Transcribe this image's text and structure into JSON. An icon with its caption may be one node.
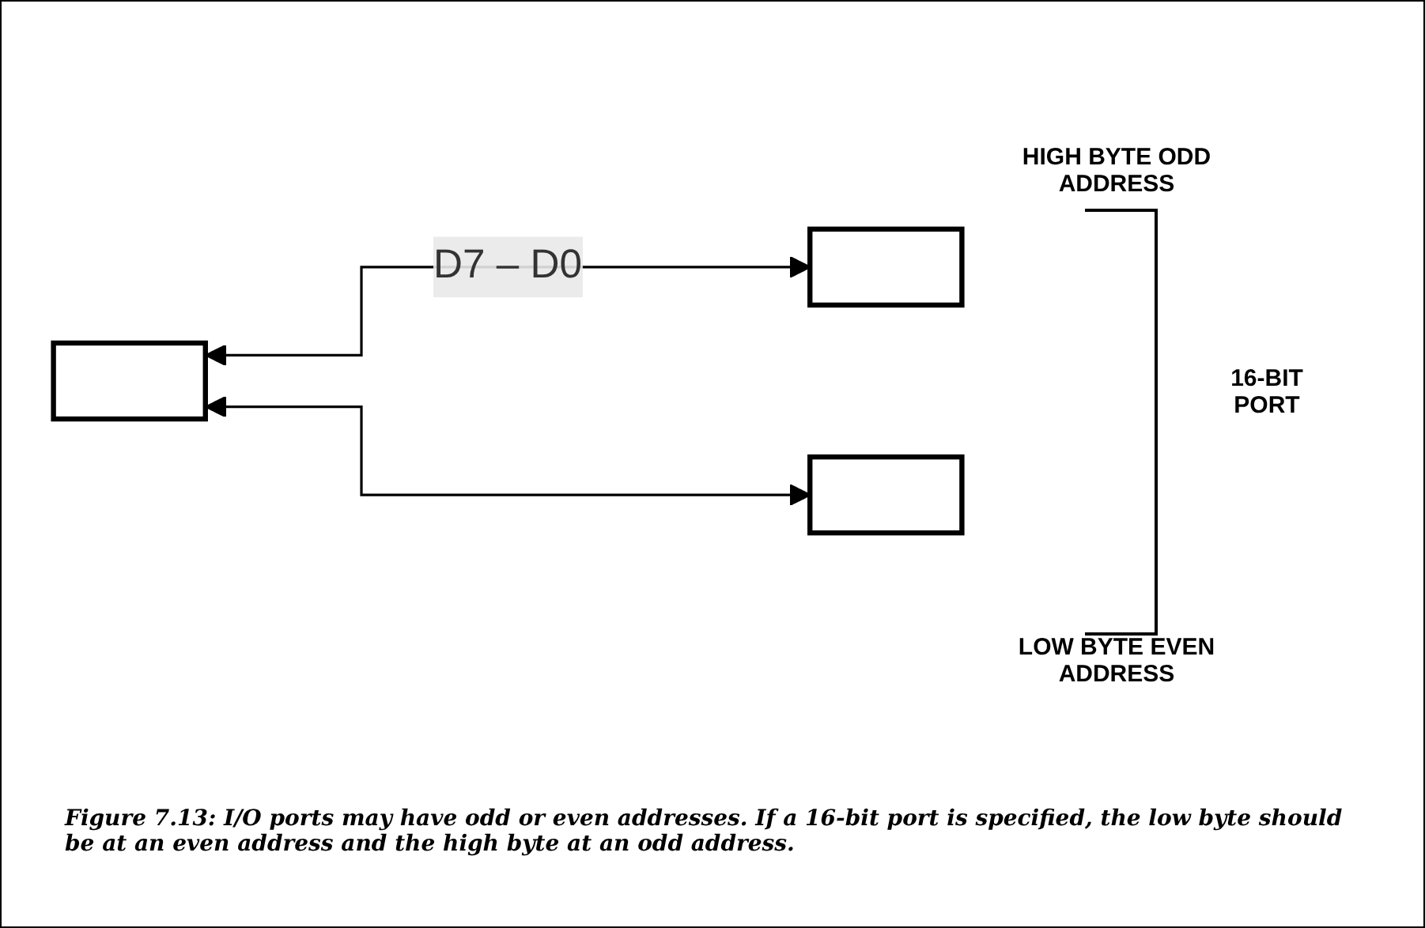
{
  "diagram": {
    "caption": "Figure 7.13: I/O ports may have odd or even addresses. If a 16-bit port is specified, the low byte should be at an even address and the high byte at an odd address.",
    "nodes": [
      {
        "text": [],
        "shape": "box"
      },
      {
        "text": [],
        "shape": "box"
      },
      {
        "text": [],
        "shape": "box"
      }
    ],
    "edges": [
      {
        "from": 0,
        "to": 1,
        "arrow": "both",
        "label": "D7 – D0"
      },
      {
        "from": 0,
        "to": 2,
        "arrow": "both"
      }
    ],
    "labels": [
      "HIGH BYTE ODD ADDRESS",
      "16-BIT PORT",
      "LOW BYTE EVEN ADDRESS"
    ]
  }
}
